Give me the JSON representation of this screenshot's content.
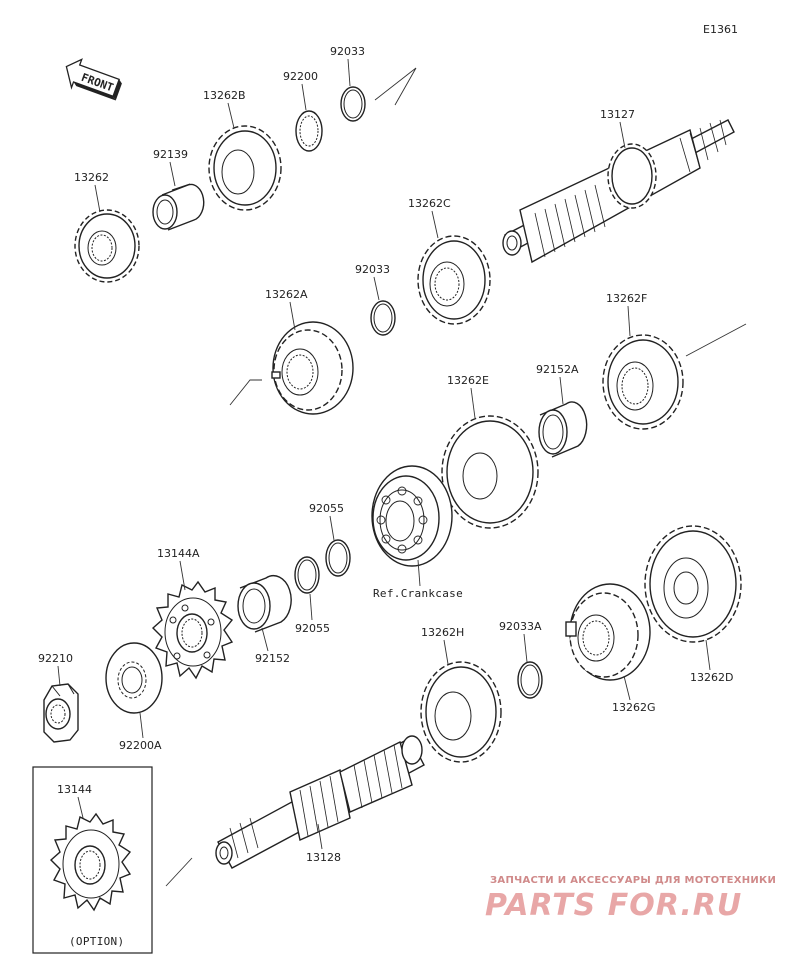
{
  "diagram_code": "E1361",
  "front_label": "FRONT",
  "parts": {
    "p13262": "13262",
    "p92139": "92139",
    "p13262B": "13262B",
    "p92200": "92200",
    "p92033": "92033",
    "p13127": "13127",
    "p13262C": "13262C",
    "p92033b": "92033",
    "p13262A": "13262A",
    "p13262F": "13262F",
    "p92152A": "92152A",
    "p13262E": "13262E",
    "p92055a": "92055",
    "p92055b": "92055",
    "p13144A": "13144A",
    "p92152": "92152",
    "p92210": "92210",
    "p92200A": "92200A",
    "p13262H": "13262H",
    "p92033A": "92033A",
    "p13262G": "13262G",
    "p13262D": "13262D",
    "p13128": "13128",
    "p13144": "13144"
  },
  "ref_crankcase": "Ref.Crankcase",
  "option_label": "(OPTION)",
  "watermark": {
    "tagline": "ЗАПЧАСТИ И АКСЕССУАРЫ ДЛЯ МОТОТЕХНИКИ",
    "logo": "PARTS FOR.RU"
  }
}
